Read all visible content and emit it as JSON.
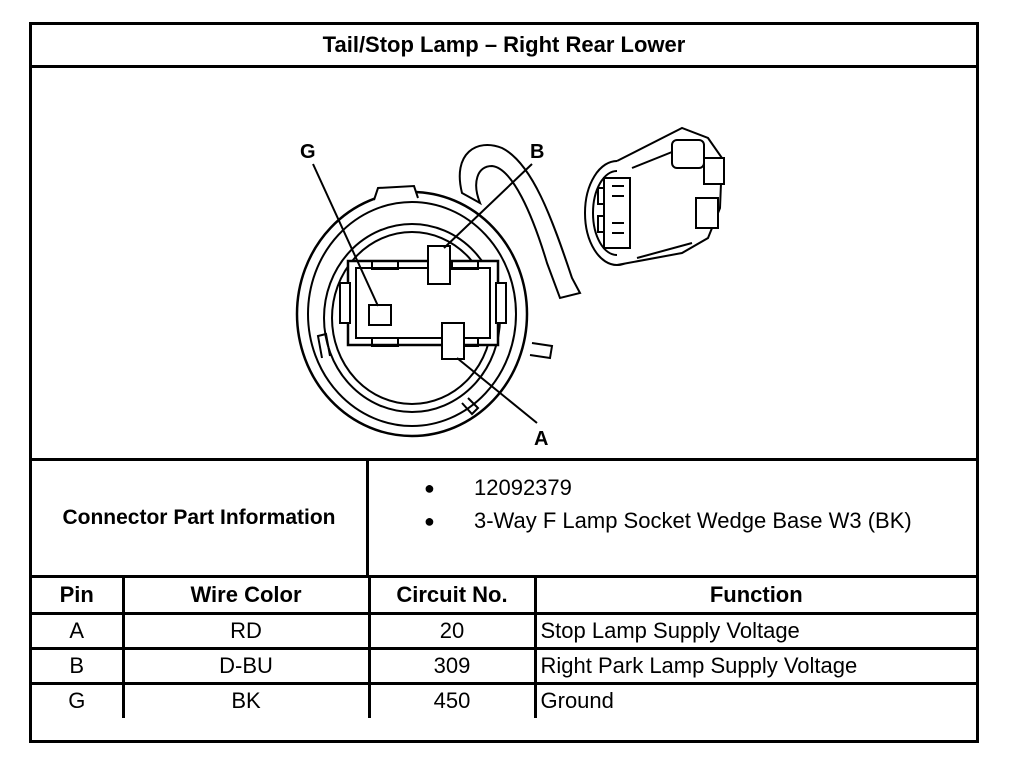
{
  "title": "Tail/Stop Lamp – Right Rear Lower",
  "diagram": {
    "callouts": {
      "g": "G",
      "b": "B",
      "a": "A"
    }
  },
  "connector_info": {
    "label": "Connector Part Information",
    "items": [
      "12092379",
      "3-Way F Lamp Socket Wedge Base W3 (BK)"
    ]
  },
  "pin_table": {
    "headers": [
      "Pin",
      "Wire Color",
      "Circuit No.",
      "Function"
    ],
    "rows": [
      [
        "A",
        "RD",
        "20",
        "Stop Lamp Supply Voltage"
      ],
      [
        "B",
        "D-BU",
        "309",
        "Right Park Lamp Supply Voltage"
      ],
      [
        "G",
        "BK",
        "450",
        "Ground"
      ]
    ]
  }
}
